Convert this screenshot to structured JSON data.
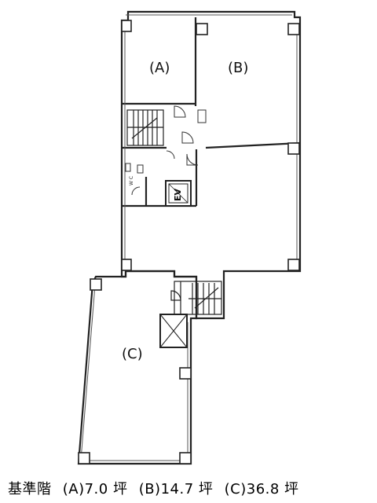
{
  "rooms": [
    {
      "id": "A",
      "label": "(A)"
    },
    {
      "id": "B",
      "label": "(B)"
    },
    {
      "id": "C",
      "label": "(C)"
    }
  ],
  "core": {
    "wc_label": "W C",
    "elevator_label": "EV"
  },
  "caption": {
    "floor": "基準階",
    "area_a": "(A)7.0 坪",
    "area_b": "(B)14.7 坪",
    "area_c": "(C)36.8 坪"
  }
}
